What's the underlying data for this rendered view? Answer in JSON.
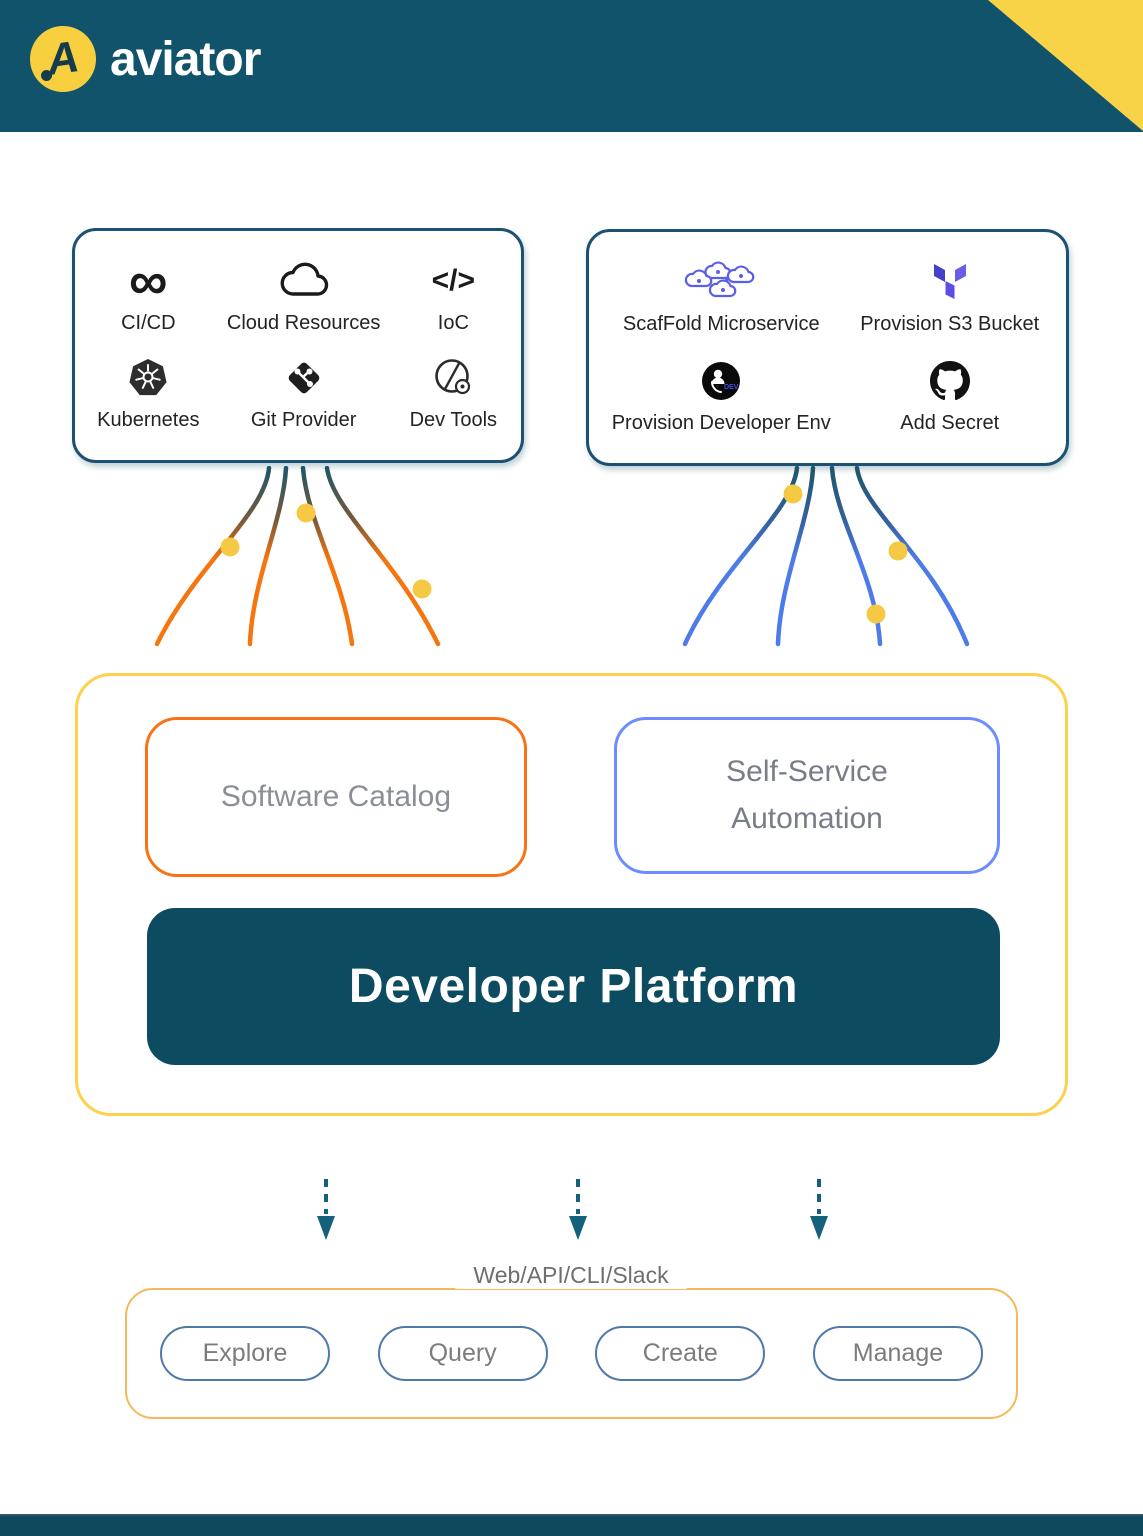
{
  "header": {
    "logo_text": "aviator"
  },
  "tools_box": {
    "items": [
      {
        "label": "CI/CD",
        "icon": "infinity-icon"
      },
      {
        "label": "Cloud Resources",
        "icon": "cloud-icon"
      },
      {
        "label": "IoC",
        "icon": "code-icon"
      },
      {
        "label": "Kubernetes",
        "icon": "kubernetes-icon"
      },
      {
        "label": "Git Provider",
        "icon": "git-icon"
      },
      {
        "label": "Dev Tools",
        "icon": "devtools-icon"
      }
    ]
  },
  "actions_box": {
    "items": [
      {
        "label": "ScafFold Microservice",
        "icon": "microservices-clouds-icon"
      },
      {
        "label": "Provision S3 Bucket",
        "icon": "terraform-icon"
      },
      {
        "label": "Provision Developer Env",
        "icon": "developer-env-icon"
      },
      {
        "label": "Add Secret",
        "icon": "github-icon"
      }
    ]
  },
  "platform": {
    "software_catalog": "Software Catalog",
    "self_service": {
      "line1": "Self-Service",
      "line2": "Automation"
    },
    "developer_platform": "Developer Platform"
  },
  "interfaces": {
    "label": "Web/API/CLI/Slack",
    "buttons": [
      "Explore",
      "Query",
      "Create",
      "Manage"
    ]
  },
  "colors": {
    "brand_teal": "#11536A",
    "brand_yellow": "#F8CF3F",
    "card_border": "#1B5173",
    "orange_accent": "#F97316",
    "blue_accent": "#4D7CE8",
    "self_service_border": "#6C8CFF",
    "platform_border_yellow": "#FDD14B",
    "developer_platform_fill": "#0D4C60",
    "interfaces_border": "#F3B95B",
    "pill_border": "#4E79A9",
    "dot_yellow": "#F6C944",
    "terraform_purple": "#5C4EE5"
  }
}
